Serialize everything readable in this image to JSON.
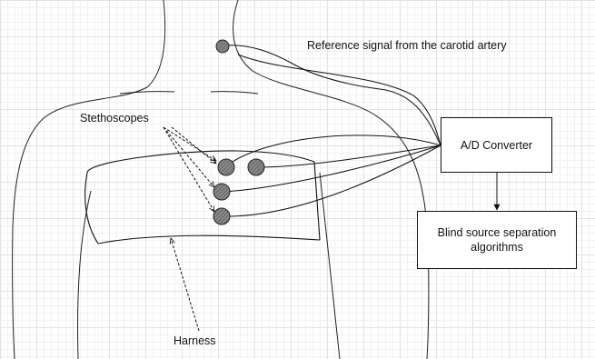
{
  "labels": {
    "reference_signal": "Reference signal from the carotid artery",
    "stethoscopes": "Stethoscopes",
    "harness": "Harness"
  },
  "blocks": {
    "ad_converter": "A/D Converter",
    "bss": "Blind source separation algorithms"
  },
  "colors": {
    "line": "#111111",
    "grid_major": "#e2e2e2",
    "grid_minor": "#f1f1f1",
    "sensor_fill": "#808080"
  }
}
